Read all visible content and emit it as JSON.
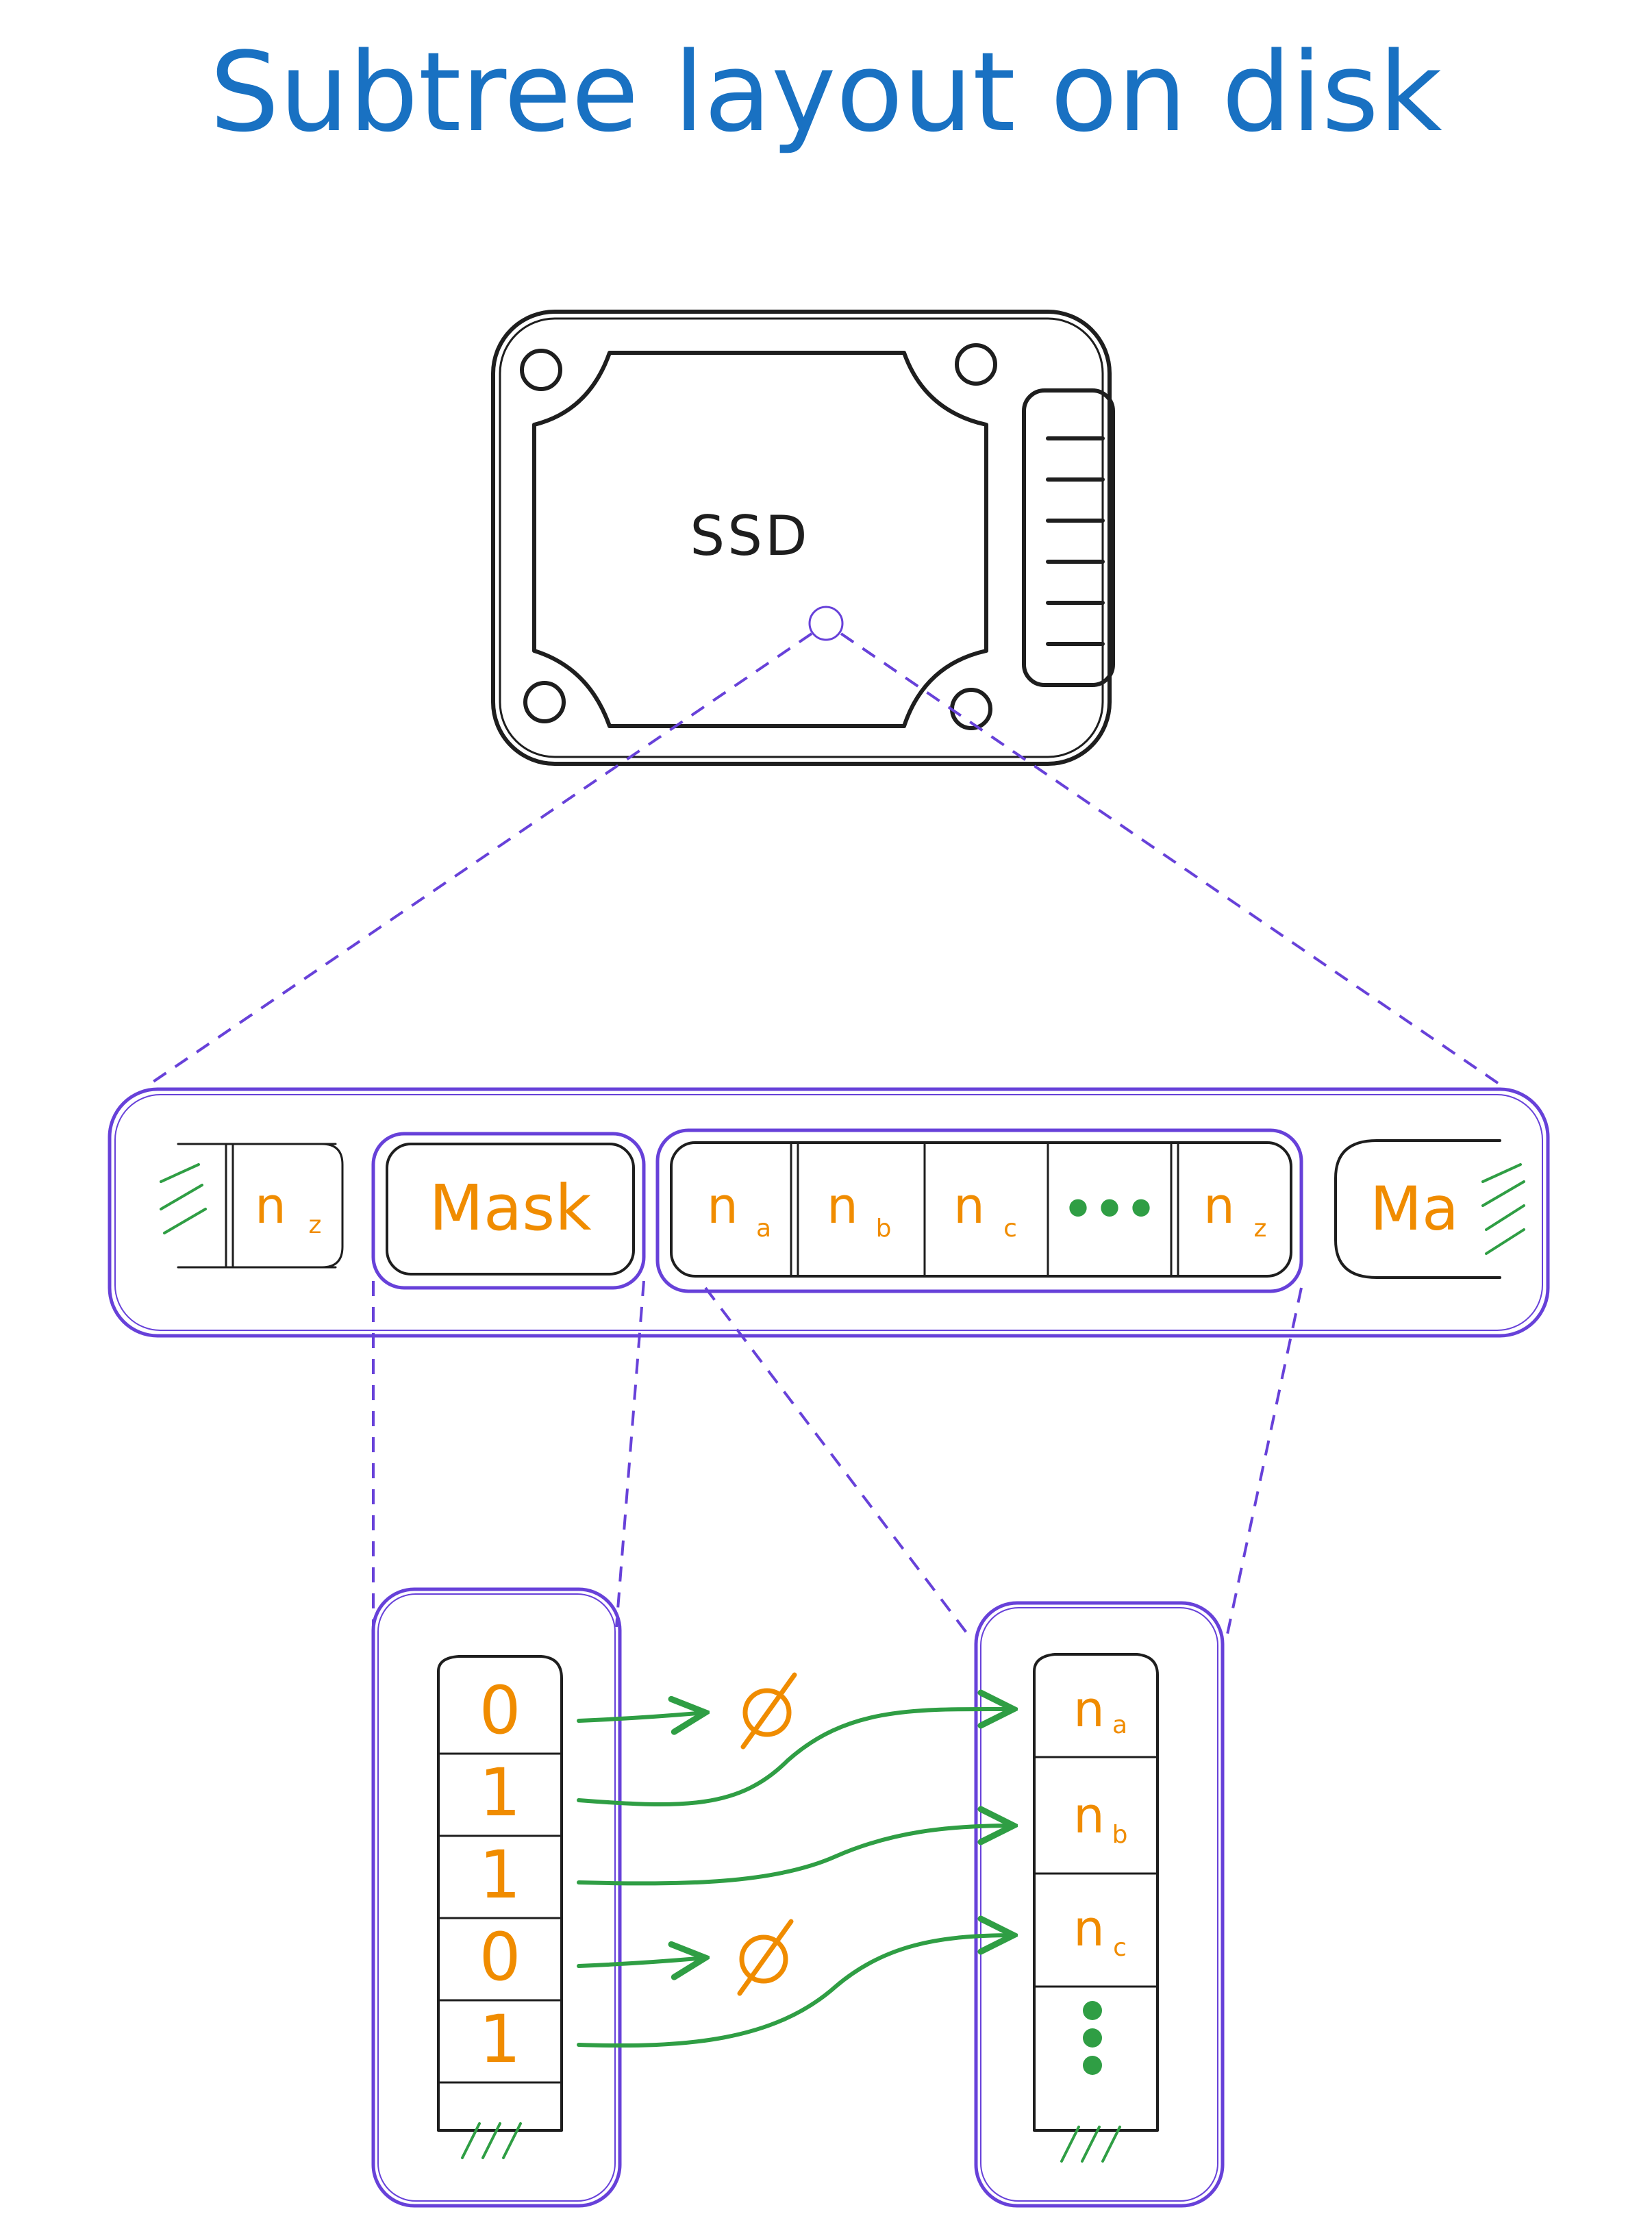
{
  "title": "Subtree layout on disk",
  "ssd": {
    "label": "SSD"
  },
  "strip": {
    "left_partial_cell": {
      "name": "n",
      "sub": "z"
    },
    "mask_label": "Mask",
    "children": [
      {
        "name": "n",
        "sub": "a"
      },
      {
        "name": "n",
        "sub": "b"
      },
      {
        "name": "n",
        "sub": "c"
      },
      {
        "name": "•••",
        "sub": ""
      },
      {
        "name": "n",
        "sub": "z"
      }
    ],
    "right_partial_label": "Ma"
  },
  "mask_bits": [
    "0",
    "1",
    "1",
    "0",
    "1"
  ],
  "child_nodes": [
    {
      "name": "n",
      "sub": "a"
    },
    {
      "name": "n",
      "sub": "b"
    },
    {
      "name": "n",
      "sub": "c"
    }
  ],
  "empty_symbol": "∅",
  "colors": {
    "title": "#1971c2",
    "outline": "#1e1e1e",
    "container": "#6741d9",
    "text": "#f08c00",
    "arrow": "#2f9e44"
  }
}
